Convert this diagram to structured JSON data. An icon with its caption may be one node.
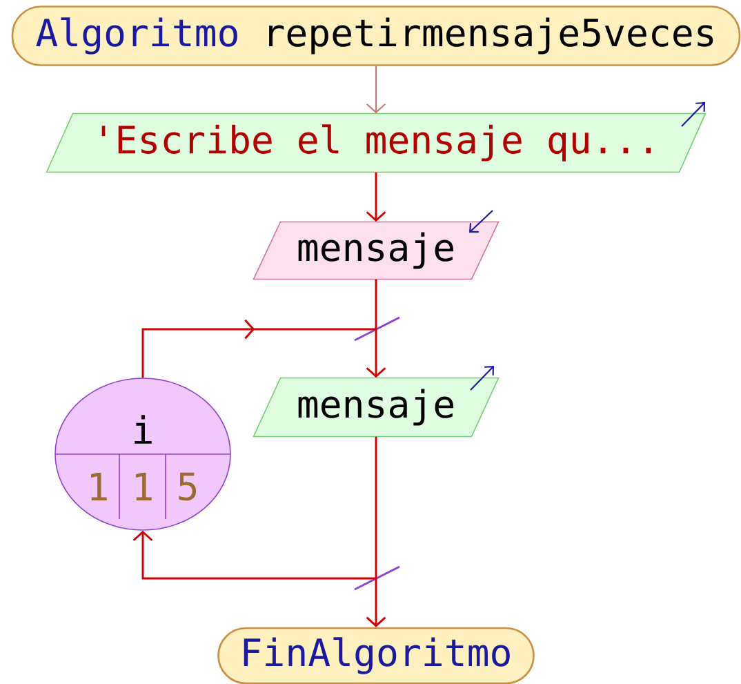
{
  "diagram": {
    "nodes": [
      {
        "text": [
          "Algoritmo",
          "repetirmensaje5veces"
        ]
      },
      {
        "text": [
          "'Escribe el mensaje qu..."
        ]
      },
      {
        "text": [
          "mensaje"
        ]
      },
      {
        "text": [],
        "shape": "bar"
      },
      {
        "text": [
          "i",
          "1",
          "1",
          "5"
        ]
      },
      {
        "text": [
          "mensaje"
        ]
      },
      {
        "text": [],
        "shape": "bar"
      },
      {
        "text": [
          "FinAlgoritmo"
        ]
      }
    ],
    "edges": [
      {
        "from": 0,
        "to": 1,
        "arrow": "to",
        "color": "#c87878"
      },
      {
        "from": 1,
        "to": 2,
        "arrow": "to"
      },
      {
        "from": 2,
        "to": 3,
        "arrow": "none"
      },
      {
        "from": 3,
        "to": 5,
        "arrow": "to"
      },
      {
        "from": 4,
        "to": 3,
        "arrow": "to"
      },
      {
        "from": 5,
        "to": 6,
        "arrow": "none"
      },
      {
        "from": 6,
        "to": 7,
        "arrow": "to"
      },
      {
        "from": 6,
        "to": 4,
        "arrow": "to"
      }
    ]
  }
}
